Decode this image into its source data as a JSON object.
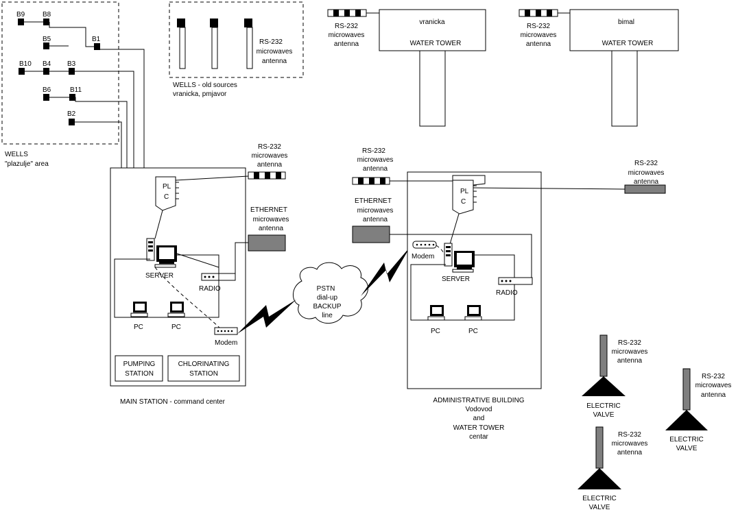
{
  "wells_area": {
    "labels": [
      "B9",
      "B8",
      "B5",
      "B1",
      "B10",
      "B4",
      "B3",
      "B6",
      "B11",
      "B2"
    ],
    "caption_line1": "WELLS",
    "caption_line2": "\"plazulje\" area"
  },
  "old_wells": {
    "antenna_l1": "RS-232",
    "antenna_l2": "microwaves",
    "antenna_l3": "antenna",
    "caption_line1": "WELLS - old sources",
    "caption_line2": "vranicka, pmjavor"
  },
  "towers": [
    {
      "name": "vranicka",
      "label": "WATER TOWER",
      "ant_l1": "RS-232",
      "ant_l2": "microwaves",
      "ant_l3": "antenna"
    },
    {
      "name": "bimal",
      "label": "WATER TOWER",
      "ant_l1": "RS-232",
      "ant_l2": "microwaves",
      "ant_l3": "antenna"
    }
  ],
  "main_station": {
    "rs232_l1": "RS-232",
    "rs232_l2": "microwaves",
    "rs232_l3": "antenna",
    "eth_l1": "ETHERNET",
    "eth_l2": "microwaves",
    "eth_l3": "antenna",
    "plc_l1": "PL",
    "plc_l2": "C",
    "server": "SERVER",
    "radio": "RADIO",
    "pc1": "PC",
    "pc2": "PC",
    "modem": "Modem",
    "pump_l1": "PUMPING",
    "pump_l2": "STATION",
    "chlor_l1": "CHLORINATING",
    "chlor_l2": "STATION",
    "caption": "MAIN STATION - command center"
  },
  "pstn": {
    "l1": "PSTN",
    "l2": "dial-up",
    "l3": "BACKUP",
    "l4": "line"
  },
  "admin": {
    "rs232_l1": "RS-232",
    "rs232_l2": "microwaves",
    "rs232_l3": "antenna",
    "eth_l1": "ETHERNET",
    "eth_l2": "microwaves",
    "eth_l3": "antenna",
    "rs232r_l1": "RS-232",
    "rs232r_l2": "microwaves",
    "rs232r_l3": "antenna",
    "plc_l1": "PL",
    "plc_l2": "C",
    "modem": "Modem",
    "server": "SERVER",
    "radio": "RADIO",
    "pc1": "PC",
    "pc2": "PC",
    "cap_l1": "ADMINISTRATIVE BUILDING",
    "cap_l2": "Vodovod",
    "cap_l3": "and",
    "cap_l4": "WATER TOWER",
    "cap_l5": "centar"
  },
  "valves": [
    {
      "ant_l1": "RS-232",
      "ant_l2": "microwaves",
      "ant_l3": "antenna",
      "v_l1": "ELECTRIC",
      "v_l2": "VALVE"
    },
    {
      "ant_l1": "RS-232",
      "ant_l2": "microwaves",
      "ant_l3": "antenna",
      "v_l1": "ELECTRIC",
      "v_l2": "VALVE"
    },
    {
      "ant_l1": "RS-232",
      "ant_l2": "microwaves",
      "ant_l3": "antenna",
      "v_l1": "ELECTRIC",
      "v_l2": "VALVE"
    }
  ],
  "colors": {
    "line": "#000000",
    "antenna_gray": "#7f7f7f",
    "background": "#ffffff"
  }
}
